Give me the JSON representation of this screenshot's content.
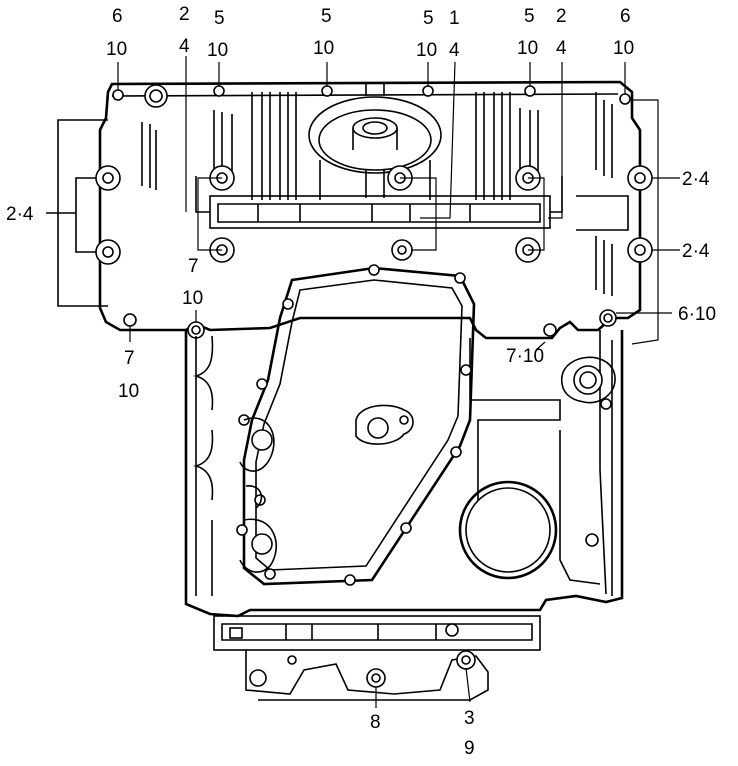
{
  "diagram": {
    "labels": {
      "t1a": "6",
      "t1b": "10",
      "t2a": "2",
      "t2b": "4",
      "t3a": "5",
      "t3b": "10",
      "t4a": "5",
      "t4b": "10",
      "t5a": "5",
      "t5b": "10",
      "t6a": "1",
      "t6b": "4",
      "t7a": "5",
      "t7b": "10",
      "t8a": "2",
      "t8b": "4",
      "t9a": "6",
      "t9b": "10",
      "left_24": "2·4",
      "right_24_top": "2·4",
      "right_24_bottom": "2·4",
      "right_610": "6·10",
      "mid_710": "7·10",
      "left_7a": "7",
      "left_10a": "10",
      "left_7b": "7",
      "left_10b": "10",
      "bottom_8": "8",
      "bottom_3": "3",
      "bottom_9": "9"
    }
  }
}
